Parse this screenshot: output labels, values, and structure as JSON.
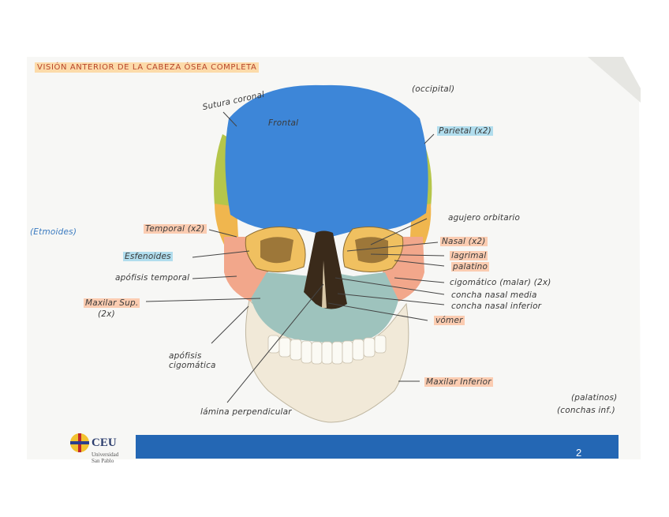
{
  "title": "VISIÓN ANTERIOR DE LA CABEZA ÓSEA COMPLETA",
  "labels": {
    "occipital": "(occipital)",
    "sutura_coronal": "Sutura coronal",
    "frontal": "Frontal",
    "parietal": "Parietal (x2)",
    "etmoides": "(Etmoides)",
    "temporal": "Temporal (x2)",
    "esfenoides": "Esfenoides",
    "apofisis_temporal": "apófisis temporal",
    "maxilar_sup": "Maxilar Sup.",
    "maxilar_sup_count": "(2x)",
    "apofisis_cigomatica": "apófisis cigomática",
    "lamina_perpendicular": "lámina perpendicular",
    "agujero_orbitario": "agujero orbitario",
    "nasal": "Nasal (x2)",
    "lagrimal": "lagrimal",
    "palatino": "palatino",
    "cigomatico": "cigomático (malar) (2x)",
    "concha_media": "concha nasal media",
    "concha_inferior": "concha nasal inferior",
    "vomer": "vómer",
    "maxilar_inferior": "Maxilar Inferior",
    "palatinos": "(palatinos)",
    "conchas": "(conchas inf.)"
  },
  "footer": {
    "logo": "CEU",
    "logo_sub_1": "Universidad",
    "logo_sub_2": "San Pablo",
    "page_number": "2"
  },
  "colors": {
    "frontal": "#3d86d8",
    "parietal": "#b5c64a",
    "temporal": "#f0b64e",
    "sphenoid": "#f0c060",
    "maxilla": "#9ec3bd",
    "zygomatic": "#f2a78b",
    "mandible": "#f1e9d8",
    "footer_bar": "#2467b4"
  }
}
